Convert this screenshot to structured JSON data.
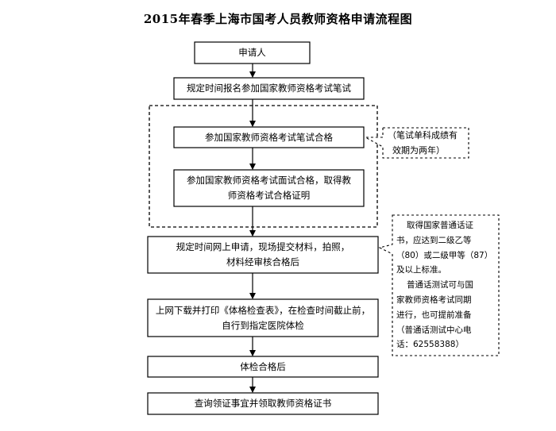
{
  "title": "2015年春季上海市国考人员教师资格申请流程图",
  "steps": [
    {
      "lines": [
        "申请人"
      ]
    },
    {
      "lines": [
        "规定时间报名参加国家教师资格考试笔试"
      ]
    },
    {
      "lines": [
        "参加国家教师资格考试笔试合格"
      ]
    },
    {
      "lines": [
        "参加国家教师资格考试面试合格，取得教",
        "师资格考试合格证明"
      ]
    },
    {
      "lines": [
        "规定时间网上申请，现场提交材料，拍照，",
        "材料经审核合格后"
      ]
    },
    {
      "lines": [
        "上网下载并打印《体格检查表》，在检查时间截止前，",
        "自行到指定医院体检"
      ]
    },
    {
      "lines": [
        "体检合格后"
      ]
    },
    {
      "lines": [
        "查询领证事宜并领取教师资格证书"
      ]
    }
  ],
  "notes": {
    "validity": [
      "（笔试单科成绩有",
      "效期为两年）"
    ],
    "mandarin": [
      "取得国家普通话证",
      "书，应达到二级乙等",
      "（80）或二级甲等（87）",
      "及以上标准。",
      "普通话测试可与国",
      "家教师资格考试同期",
      "进行，也可提前准备",
      "（普通话测试中心电",
      "话：62558388）"
    ]
  }
}
